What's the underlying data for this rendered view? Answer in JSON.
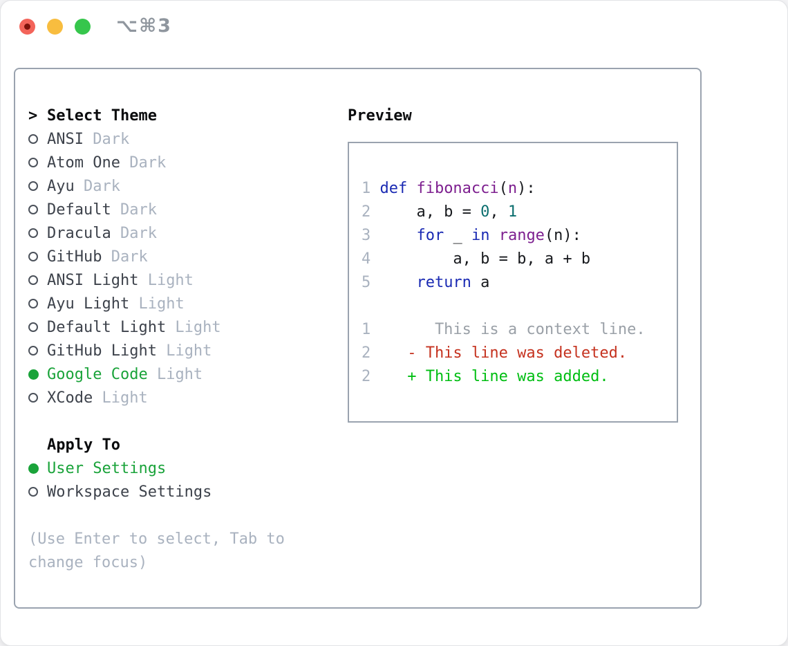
{
  "colors": {
    "selected-green": "#1aa33a",
    "keyword": "#1a2ab3",
    "function": "#7d1f8f",
    "number": "#0b6e6e",
    "plain": "#17191d",
    "context": "#9aa0a7",
    "deleted": "#c5321f",
    "added": "#00be12",
    "muted": "#a9b2bf",
    "item-text": "#3d424b",
    "titlebar-text": "#8f969e",
    "panel-border": "#9aa3af",
    "traffic-red": "#f3645a",
    "traffic-yellow": "#f8bd3f",
    "traffic-green": "#36c64c"
  },
  "window": {
    "title": "⌥⌘3"
  },
  "theme_panel": {
    "header": {
      "prompt": ">",
      "label": "Select Theme"
    },
    "themes": [
      {
        "name": "ANSI",
        "variant": "Dark",
        "selected": false
      },
      {
        "name": "Atom One",
        "variant": "Dark",
        "selected": false
      },
      {
        "name": "Ayu",
        "variant": "Dark",
        "selected": false
      },
      {
        "name": "Default",
        "variant": "Dark",
        "selected": false
      },
      {
        "name": "Dracula",
        "variant": "Dark",
        "selected": false
      },
      {
        "name": "GitHub",
        "variant": "Dark",
        "selected": false
      },
      {
        "name": "ANSI Light",
        "variant": "Light",
        "selected": false
      },
      {
        "name": "Ayu Light",
        "variant": "Light",
        "selected": false
      },
      {
        "name": "Default Light",
        "variant": "Light",
        "selected": false
      },
      {
        "name": "GitHub Light",
        "variant": "Light",
        "selected": false
      },
      {
        "name": "Google Code",
        "variant": "Light",
        "selected": true
      },
      {
        "name": "XCode",
        "variant": "Light",
        "selected": false
      }
    ],
    "apply_to": {
      "label": "Apply To",
      "options": [
        {
          "name": "User Settings",
          "selected": true
        },
        {
          "name": "Workspace Settings",
          "selected": false
        }
      ]
    },
    "help_lines": [
      "(Use Enter to select, Tab to",
      "change focus)"
    ]
  },
  "preview": {
    "header": "Preview",
    "code_lines": [
      {
        "num": "1",
        "segments": [
          {
            "t": "def ",
            "c": "kw"
          },
          {
            "t": "fibonacci",
            "c": "fn"
          },
          {
            "t": "(",
            "c": "pl"
          },
          {
            "t": "n",
            "c": "fn"
          },
          {
            "t": "):",
            "c": "pl"
          }
        ]
      },
      {
        "num": "2",
        "segments": [
          {
            "t": "    a, b = ",
            "c": "pl"
          },
          {
            "t": "0",
            "c": "num"
          },
          {
            "t": ", ",
            "c": "pl"
          },
          {
            "t": "1",
            "c": "num"
          }
        ]
      },
      {
        "num": "3",
        "segments": [
          {
            "t": "    ",
            "c": "pl"
          },
          {
            "t": "for",
            "c": "kw"
          },
          {
            "t": " _ ",
            "c": "pl"
          },
          {
            "t": "in",
            "c": "kw"
          },
          {
            "t": " ",
            "c": "pl"
          },
          {
            "t": "range",
            "c": "fn"
          },
          {
            "t": "(n):",
            "c": "pl"
          }
        ]
      },
      {
        "num": "4",
        "segments": [
          {
            "t": "        a, b = b, a + b",
            "c": "pl"
          }
        ]
      },
      {
        "num": "5",
        "segments": [
          {
            "t": "    ",
            "c": "pl"
          },
          {
            "t": "return",
            "c": "kw"
          },
          {
            "t": " a",
            "c": "pl"
          }
        ]
      },
      {
        "num": "",
        "segments": []
      },
      {
        "num": "1",
        "segments": [
          {
            "t": "      This is a context line.",
            "c": "ctx"
          }
        ]
      },
      {
        "num": "2",
        "segments": [
          {
            "t": "   - This line was deleted.",
            "c": "del"
          }
        ]
      },
      {
        "num": "2",
        "segments": [
          {
            "t": "   + This line was added.",
            "c": "add"
          }
        ]
      }
    ]
  }
}
